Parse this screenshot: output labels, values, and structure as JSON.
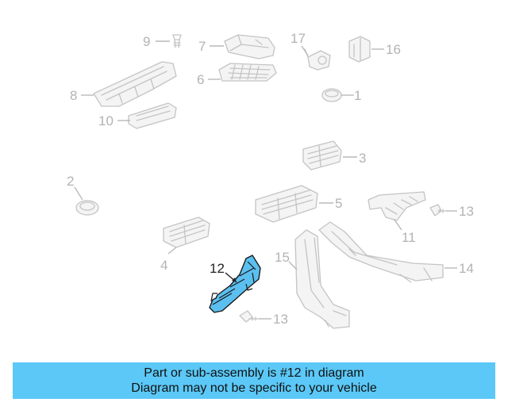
{
  "diagram": {
    "highlight_color": "#5bc0f0",
    "callouts": [
      {
        "id": "c9",
        "label": "9"
      },
      {
        "id": "c7",
        "label": "7"
      },
      {
        "id": "c17",
        "label": "17"
      },
      {
        "id": "c16",
        "label": "16"
      },
      {
        "id": "c6",
        "label": "6"
      },
      {
        "id": "c8",
        "label": "8"
      },
      {
        "id": "c1",
        "label": "1"
      },
      {
        "id": "c10",
        "label": "10"
      },
      {
        "id": "c3",
        "label": "3"
      },
      {
        "id": "c2",
        "label": "2"
      },
      {
        "id": "c5",
        "label": "5"
      },
      {
        "id": "c13a",
        "label": "13"
      },
      {
        "id": "c11",
        "label": "11"
      },
      {
        "id": "c4",
        "label": "4"
      },
      {
        "id": "c12",
        "label": "12"
      },
      {
        "id": "c15",
        "label": "15"
      },
      {
        "id": "c14",
        "label": "14"
      },
      {
        "id": "c13b",
        "label": "13"
      }
    ]
  },
  "banner": {
    "line1": "Part or sub-assembly is #12 in diagram",
    "line2": "Diagram may not be specific to your vehicle",
    "color": "#5bc8f7"
  }
}
